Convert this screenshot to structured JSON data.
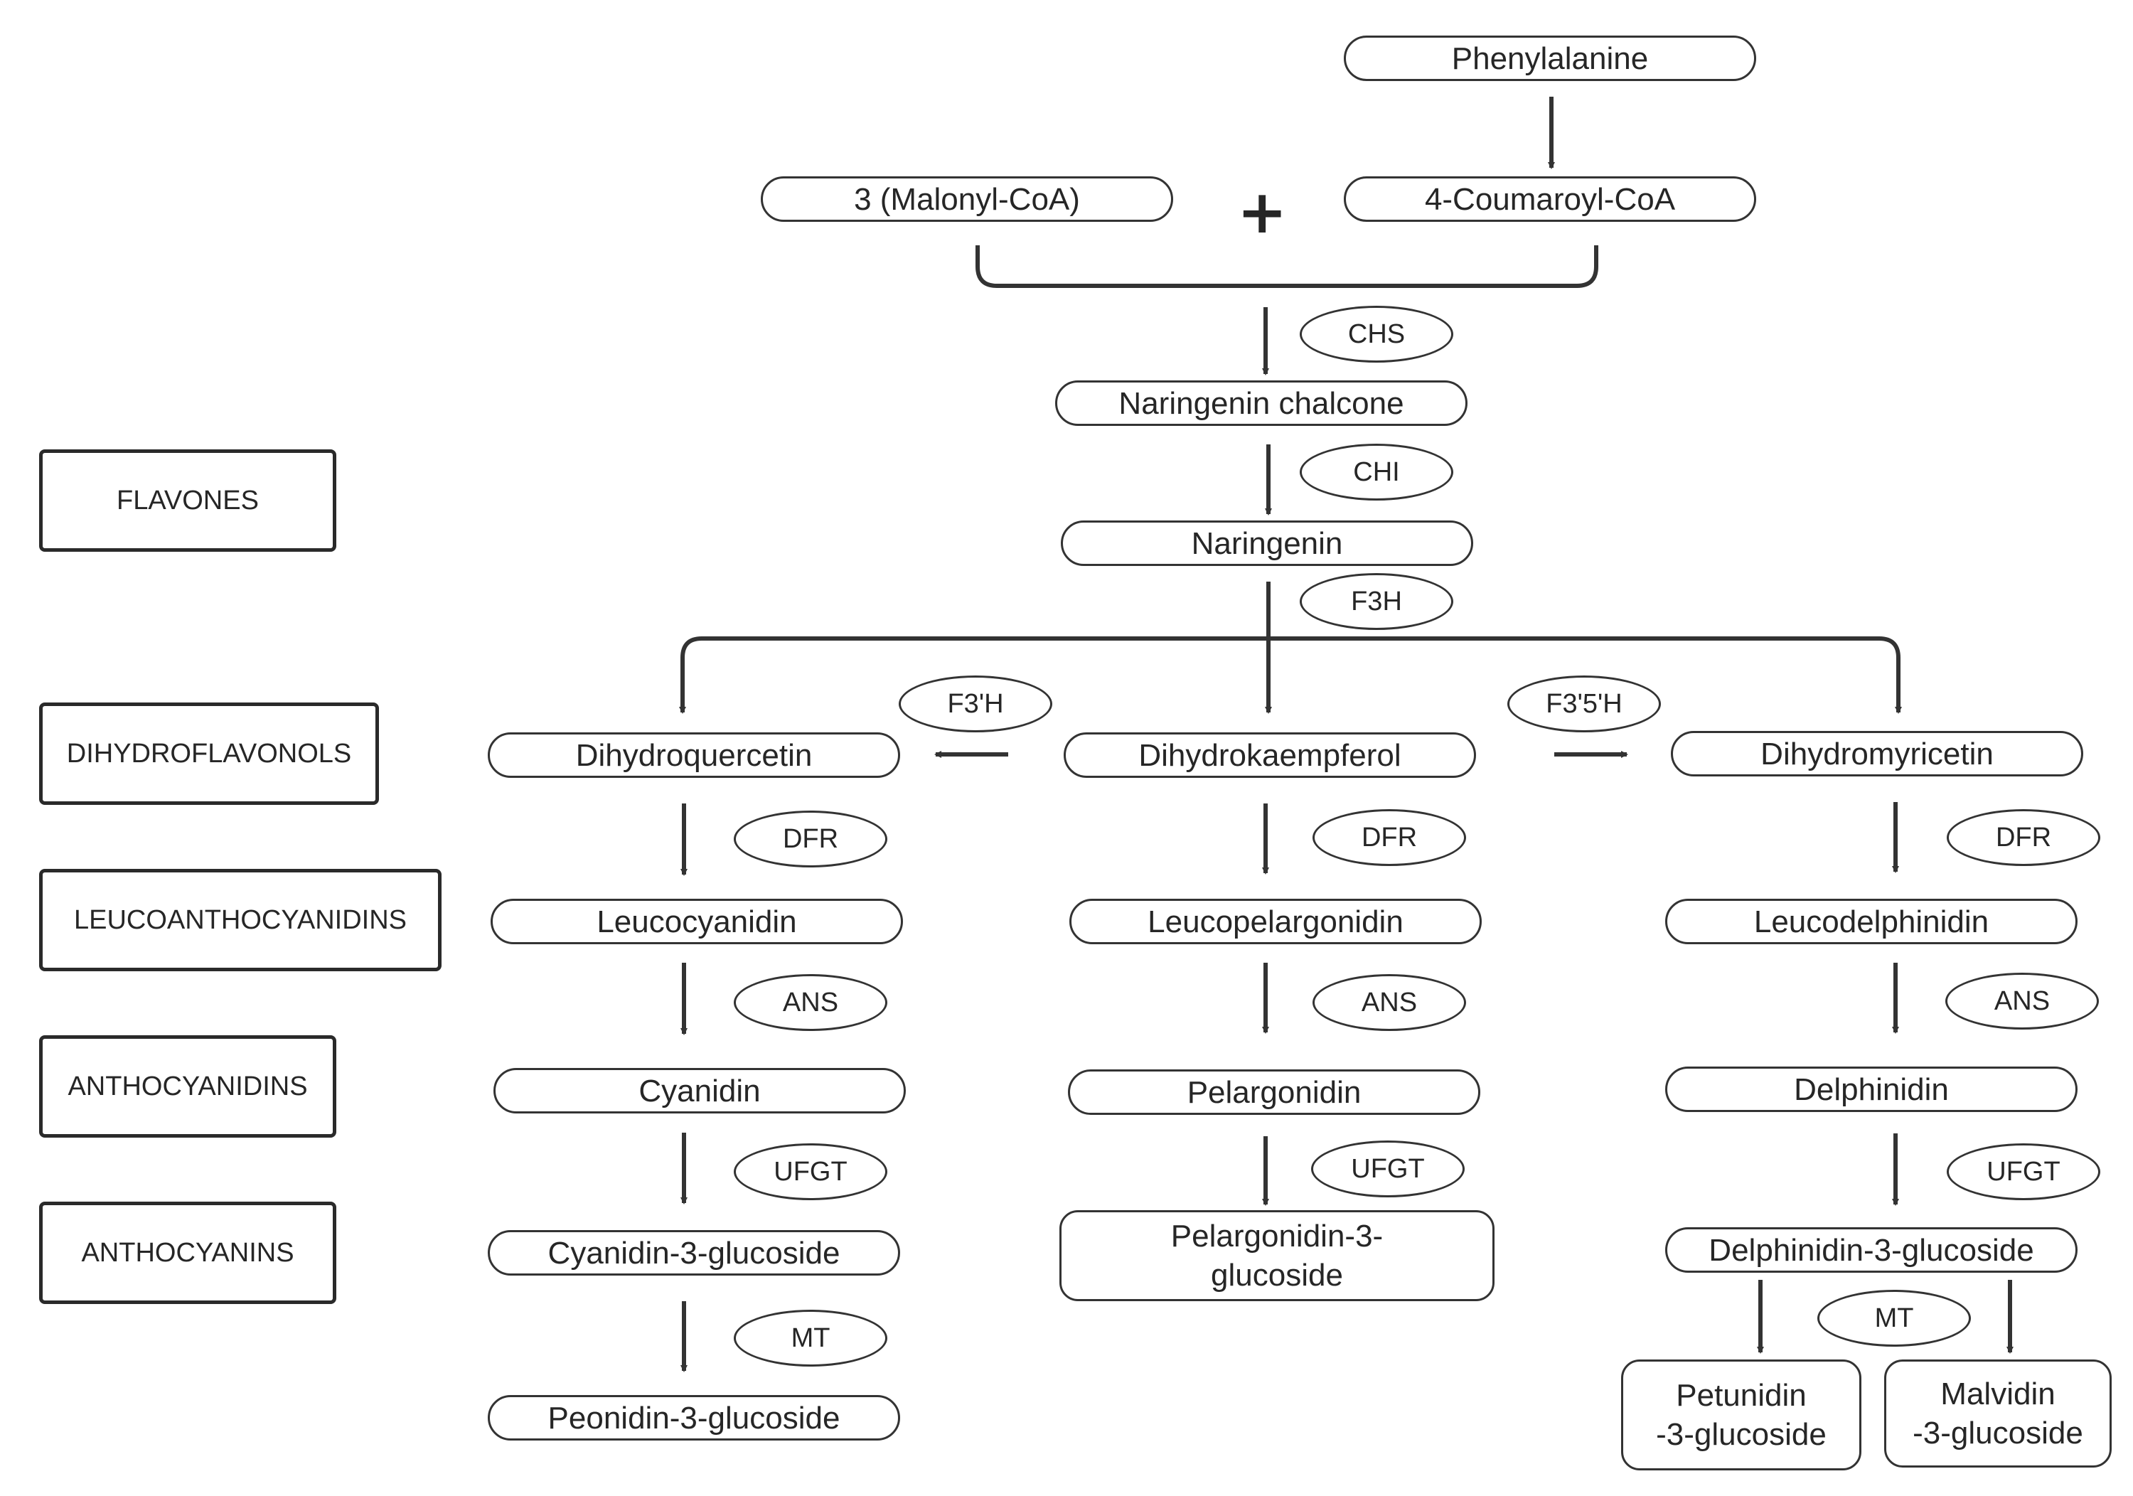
{
  "categories": {
    "flavones": "FLAVONES",
    "dihydroflavonols": "DIHYDROFLAVONOLS",
    "leucoanthocyanidins": "LEUCOANTHOCYANIDINS",
    "anthocyanidins": "ANTHOCYANIDINS",
    "anthocyanins": "ANTHOCYANINS"
  },
  "compounds": {
    "phenylalanine": "Phenylalanine",
    "malonyl_coa": "3 (Malonyl-CoA)",
    "coumaroyl_coa": "4-Coumaroyl-CoA",
    "naringenin_chalcone": "Naringenin chalcone",
    "naringenin": "Naringenin",
    "dihydroquercetin": "Dihydroquercetin",
    "dihydrokaempferol": "Dihydrokaempferol",
    "dihydromyricetin": "Dihydromyricetin",
    "leucocyanidin": "Leucocyanidin",
    "leucopelargonidin": "Leucopelargonidin",
    "leucodelphinidin": "Leucodelphinidin",
    "cyanidin": "Cyanidin",
    "pelargonidin": "Pelargonidin",
    "delphinidin": "Delphinidin",
    "cyanidin_3_glucoside": "Cyanidin-3-glucoside",
    "pelargonidin_3_glucoside": "Pelargonidin-3-\nglucoside",
    "delphinidin_3_glucoside": "Delphinidin-3-glucoside",
    "peonidin_3_glucoside": "Peonidin-3-glucoside",
    "petunidin_3_glucoside": "Petunidin\n-3-glucoside",
    "malvidin_3_glucoside": "Malvidin\n-3-glucoside"
  },
  "enzymes": {
    "chs": "CHS",
    "chi": "CHI",
    "f3h": "F3H",
    "f3ph": "F3'H",
    "f35h": "F3'5'H",
    "dfr": "DFR",
    "ans": "ANS",
    "ufgt": "UFGT",
    "mt": "MT"
  },
  "plus_sign": "+",
  "colors": {
    "stroke": "#333333",
    "text": "#262626",
    "background": "#ffffff"
  }
}
